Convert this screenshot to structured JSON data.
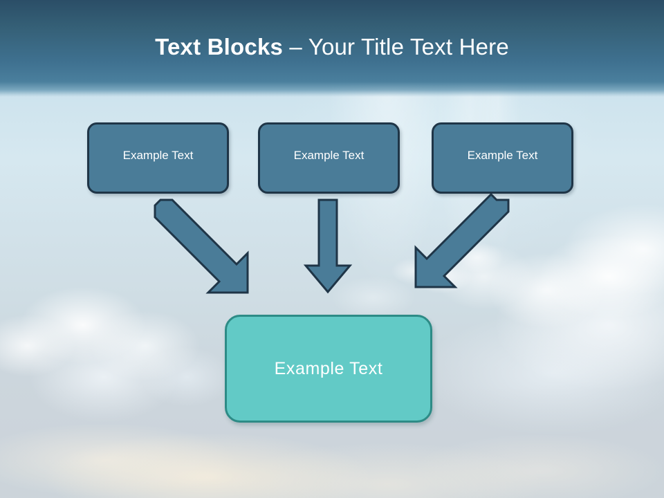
{
  "slide": {
    "title": {
      "bold_part": "Text Blocks",
      "separator": " – ",
      "light_part": "Your Title Text Here",
      "full": "Text Blocks – Your Title Text Here"
    },
    "background": {
      "description": "sky-with-clouds-photo",
      "sky_top": "#bcd8e6",
      "sky_bottom": "#cdd5da",
      "haze": "#fff3de"
    },
    "header_band": {
      "gradient_top": "#2b4e67",
      "gradient_bottom": "#4a7f9d",
      "title_color": "#ffffff"
    }
  },
  "diagram": {
    "type": "converging-flow",
    "source_boxes": [
      {
        "id": "box-top-1",
        "label": "Example Text",
        "fill": "#4a7c98",
        "border": "#1f3547",
        "text_color": "#ffffff"
      },
      {
        "id": "box-top-2",
        "label": "Example Text",
        "fill": "#4a7c98",
        "border": "#1f3547",
        "text_color": "#ffffff"
      },
      {
        "id": "box-top-3",
        "label": "Example Text",
        "fill": "#4a7c98",
        "border": "#1f3547",
        "text_color": "#ffffff"
      }
    ],
    "result_box": {
      "id": "box-result",
      "label": "Example Text",
      "fill": "#62cac6",
      "border": "#2d8b86",
      "text_color": "#ffffff"
    },
    "arrows": [
      {
        "id": "arrow-left",
        "direction": "down-right",
        "from": "box-top-1",
        "to": "box-result",
        "fill": "#4a7c98",
        "stroke": "#1f3547"
      },
      {
        "id": "arrow-middle",
        "direction": "down",
        "from": "box-top-2",
        "to": "box-result",
        "fill": "#4a7c98",
        "stroke": "#1f3547"
      },
      {
        "id": "arrow-right",
        "direction": "down-left",
        "from": "box-top-3",
        "to": "box-result",
        "fill": "#4a7c98",
        "stroke": "#1f3547"
      }
    ]
  }
}
